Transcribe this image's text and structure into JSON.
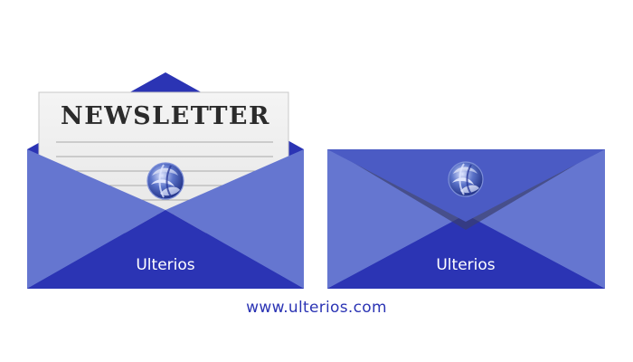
{
  "open_envelope": {
    "letter_title": "NEWSLETTER",
    "brand_label": "Ulterios"
  },
  "closed_envelope": {
    "brand_label": "Ulterios"
  },
  "footer": {
    "website": "www.ulterios.com"
  },
  "colors": {
    "envelope_dark": "#2b34b4",
    "envelope_light": "#6576d0",
    "envelope_mid": "#4b5bc4",
    "paper": "#ececec",
    "paper_line": "#a9a9a9",
    "title_text": "#2b2b2b",
    "label_text": "#ffffff",
    "website_text": "#2b34b4"
  },
  "icons": {
    "logo": "ulterios-globe-logo"
  }
}
